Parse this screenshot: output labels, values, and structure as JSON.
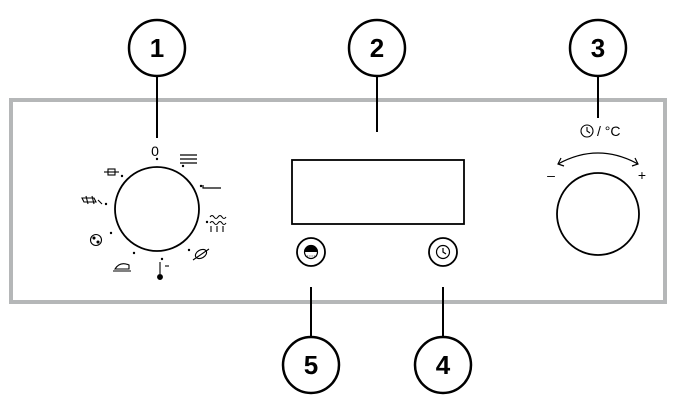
{
  "callouts": [
    {
      "id": "1",
      "label": "1"
    },
    {
      "id": "2",
      "label": "2"
    },
    {
      "id": "3",
      "label": "3"
    },
    {
      "id": "4",
      "label": "4"
    },
    {
      "id": "5",
      "label": "5"
    }
  ],
  "function_selector": {
    "zero_label": "0"
  },
  "temp_knob": {
    "caption_unit": "/ °C",
    "minus_label": "–",
    "plus_label": "+"
  },
  "icons": {
    "function_selector": [
      "top-heat-icon",
      "top-bottom-heat-icon",
      "grill-icon",
      "fan-grill-icon",
      "rotisserie-icon",
      "thermometer-icon",
      "bread-icon",
      "pizza-icon",
      "defrost-icon",
      "light-icon"
    ],
    "buttons": [
      "half-circle-function-icon",
      "clock-icon"
    ]
  }
}
